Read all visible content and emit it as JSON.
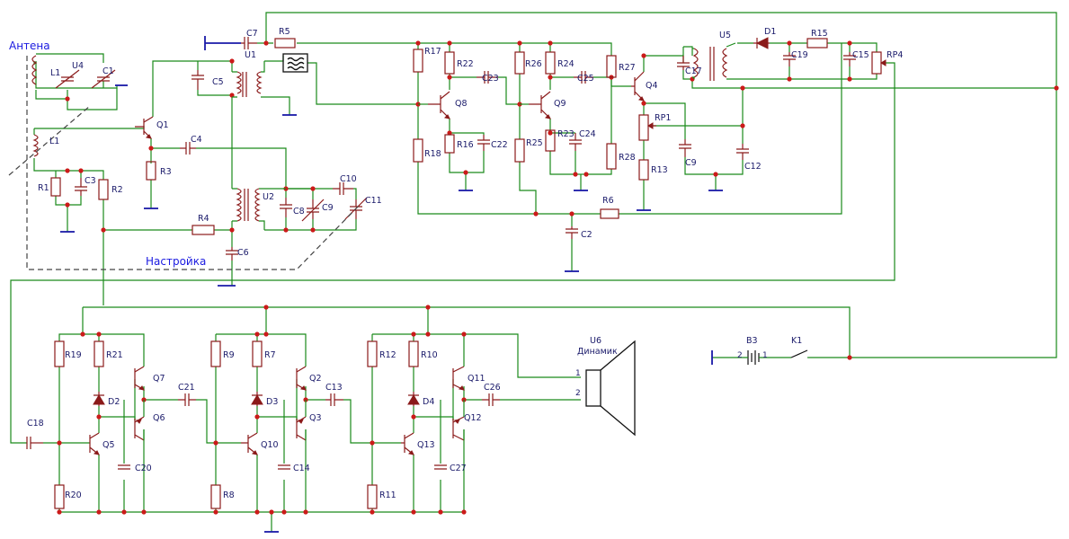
{
  "labels": {
    "antenna": "Антена",
    "tuning": "Настройка",
    "speaker_ref": "U6",
    "speaker_name": "Динамик",
    "pin1": "1",
    "pin2": "2",
    "bat_minus": "2",
    "bat_plus": "1"
  },
  "components": {
    "L1a": "L1",
    "U4": "U4",
    "C1": "C1",
    "L1b": "L1",
    "Q1": "Q1",
    "R1": "R1",
    "C3": "C3",
    "R2": "R2",
    "R3": "R3",
    "C7": "C7",
    "R5": "R5",
    "U1": "U1",
    "C5": "C5",
    "C4": "C4",
    "U2": "U2",
    "C8": "C8",
    "C9": "C9",
    "C10": "C10",
    "C11": "C11",
    "R4": "R4",
    "C6": "C6",
    "R17": "R17",
    "R22": "R22",
    "C23": "C23",
    "Q8": "Q8",
    "R16": "R16",
    "C22": "C22",
    "R18": "R18",
    "R26": "R26",
    "R24": "R24",
    "C25": "C25",
    "Q9": "Q9",
    "R25": "R25",
    "R23": "R23",
    "C24": "C24",
    "R28": "R28",
    "R27": "R27",
    "Q4": "Q4",
    "RP1": "RP1",
    "R13": "R13",
    "C9b": "C9",
    "C12": "C12",
    "C17": "C17",
    "U5": "U5",
    "D1": "D1",
    "R15": "R15",
    "C19": "C19",
    "C15": "C15",
    "RP4": "RP4",
    "R6": "R6",
    "C2": "C2",
    "R19": "R19",
    "R21": "R21",
    "D2": "D2",
    "Q7": "Q7",
    "Q6": "Q6",
    "Q5": "Q5",
    "C20": "C20",
    "R20": "R20",
    "C18": "C18",
    "C21": "C21",
    "R9": "R9",
    "R7": "R7",
    "D3": "D3",
    "Q2": "Q2",
    "Q3": "Q3",
    "Q10": "Q10",
    "C14": "C14",
    "R8": "R8",
    "C13": "C13",
    "R12": "R12",
    "R10": "R10",
    "D4": "D4",
    "Q11": "Q11",
    "Q12": "Q12",
    "Q13": "Q13",
    "C27": "C27",
    "R11": "R11",
    "C26": "C26",
    "B3": "B3",
    "K1": "K1"
  },
  "colors": {
    "wire": "#1a8a1a",
    "component": "#8b1a1a",
    "junction": "#cc1a1a",
    "ground": "#1a1aa8",
    "label": "#1a1a6a",
    "block_label": "#1a1ae0"
  }
}
